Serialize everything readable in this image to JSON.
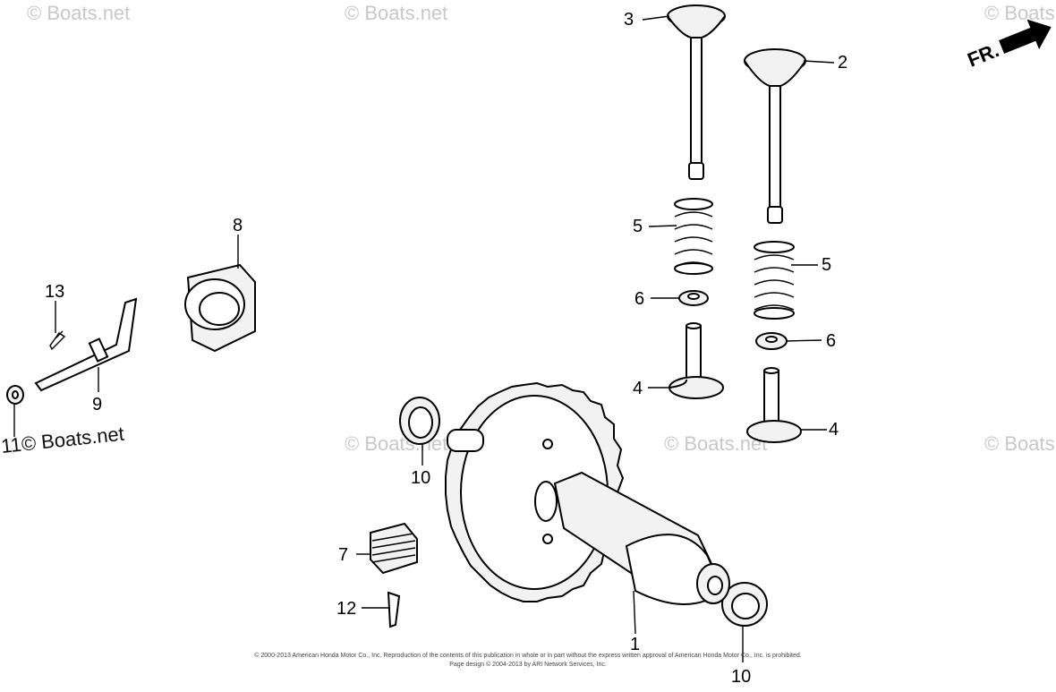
{
  "watermarks": {
    "text": "© Boats.net",
    "prominent": "11© Boats.net"
  },
  "direction_marker": {
    "label": "FR."
  },
  "callouts": [
    {
      "id": "c1",
      "label": "1"
    },
    {
      "id": "c2",
      "label": "2"
    },
    {
      "id": "c3",
      "label": "3"
    },
    {
      "id": "c4a",
      "label": "4"
    },
    {
      "id": "c4b",
      "label": "4"
    },
    {
      "id": "c5a",
      "label": "5"
    },
    {
      "id": "c5b",
      "label": "5"
    },
    {
      "id": "c6a",
      "label": "6"
    },
    {
      "id": "c6b",
      "label": "6"
    },
    {
      "id": "c7",
      "label": "7"
    },
    {
      "id": "c8",
      "label": "8"
    },
    {
      "id": "c9",
      "label": "9"
    },
    {
      "id": "c10a",
      "label": "10"
    },
    {
      "id": "c10b",
      "label": "10"
    },
    {
      "id": "c12",
      "label": "12"
    },
    {
      "id": "c13",
      "label": "13"
    }
  ],
  "footer": {
    "copyright": "© 2000-2013 American Honda Motor Co., Inc. Reproduction of the contents of this publication in whole or in part without the express written approval of American Honda Motor Co., Inc. is prohibited.",
    "page_design": "Page design © 2004-2013 by ARI Network Services, Inc."
  }
}
